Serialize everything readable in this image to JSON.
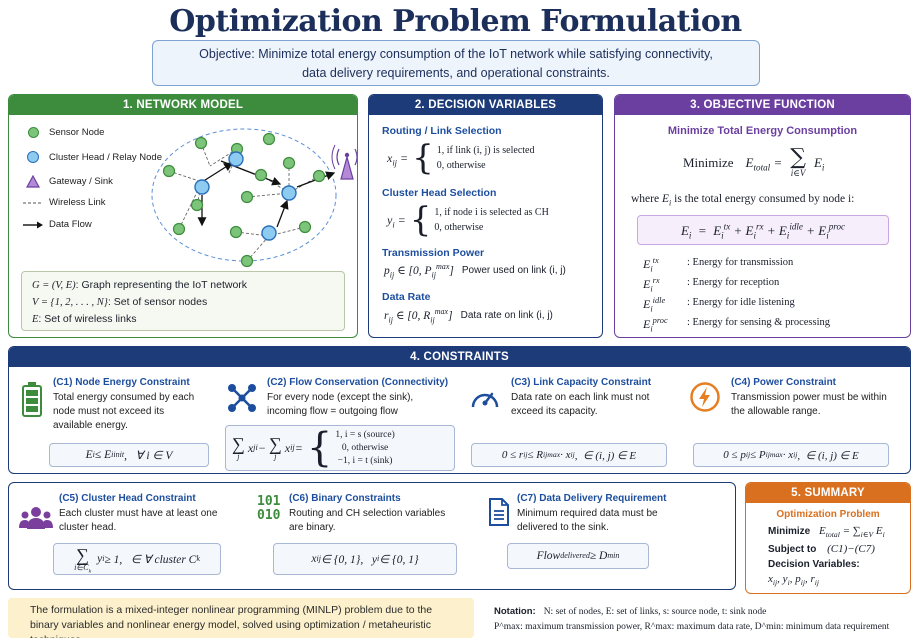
{
  "title": "Optimization Problem Formulation",
  "objective": {
    "line1": "Objective: Minimize total energy consumption of the IoT network while satisfying connectivity,",
    "line2": "data delivery requirements, and operational constraints."
  },
  "network_model": {
    "header": "1. NETWORK MODEL",
    "legend": [
      {
        "icon": "sensor-node-icon",
        "label": "Sensor Node"
      },
      {
        "icon": "cluster-head-icon",
        "label": "Cluster Head / Relay Node"
      },
      {
        "icon": "gateway-icon",
        "label": "Gateway / Sink"
      },
      {
        "icon": "wireless-link-icon",
        "label": "Wireless Link"
      },
      {
        "icon": "data-flow-icon",
        "label": "Data Flow"
      }
    ],
    "definitions": [
      {
        "sym": "G = (V, E)",
        "text": ": Graph representing the IoT network"
      },
      {
        "sym": "V = {1, 2, . . . , N}",
        "text": ": Set of sensor nodes"
      },
      {
        "sym": "E",
        "text": ": Set of wireless links"
      }
    ]
  },
  "decision_variables": {
    "header": "2. DECISION VARIABLES",
    "routing_title": "Routing / Link Selection",
    "routing_case1": "1,   if link (i, j) is selected",
    "routing_case2": "0,   otherwise",
    "ch_title": "Cluster Head Selection",
    "ch_case1": "1,   if node i is selected as CH",
    "ch_case2": "0,   otherwise",
    "power_title": "Transmission Power",
    "power_desc": "Power used on link (i, j)",
    "rate_title": "Data Rate",
    "rate_desc": "Data rate on link (i, j)"
  },
  "objective_function": {
    "header": "3. OBJECTIVE FUNCTION",
    "subtitle": "Minimize Total Energy Consumption",
    "minimize_word": "Minimize",
    "where_text": "is the total energy consumed by node i:",
    "where_prefix": "where",
    "terms": [
      {
        "sym": "tx",
        "desc": ": Energy for transmission"
      },
      {
        "sym": "rx",
        "desc": ": Energy for reception"
      },
      {
        "sym": "idle",
        "desc": ": Energy for idle listening"
      },
      {
        "sym": "proc",
        "desc": ": Energy for sensing & processing"
      }
    ]
  },
  "constraints": {
    "header": "4. CONSTRAINTS",
    "c1": {
      "title": "(C1) Node Energy Constraint",
      "desc": [
        "Total energy consumed by each",
        "node must not exceed its",
        "available energy."
      ]
    },
    "c2": {
      "title": "(C2) Flow Conservation (Connectivity)",
      "desc": [
        "For every node (except the sink),",
        "incoming flow = outgoing flow"
      ],
      "case1": "1,     i = s (source)",
      "case2": "0,     otherwise",
      "case3": "−1,   i = t (sink)"
    },
    "c3": {
      "title": "(C3) Link Capacity Constraint",
      "desc": [
        "Data rate on each link must not",
        "exceed its capacity."
      ]
    },
    "c4": {
      "title": "(C4) Power Constraint",
      "desc": [
        "Transmission power must be within",
        "the allowable range."
      ]
    },
    "c5": {
      "title": "(C5) Cluster Head Constraint",
      "desc": [
        "Each cluster must have at least one",
        "cluster head."
      ]
    },
    "c6": {
      "title": "(C6) Binary Constraints",
      "desc": [
        "Routing and CH selection variables",
        "are binary."
      ],
      "icon_text_1": "101",
      "icon_text_2": "010"
    },
    "c7": {
      "title": "(C7) Data Delivery Requirement",
      "desc": [
        "Minimum required data must be",
        "delivered to the sink."
      ]
    }
  },
  "summary": {
    "header": "5. SUMMARY",
    "subtitle": "Optimization Problem",
    "minimize": "Minimize",
    "subject_to": "Subject to",
    "range": "(C1)−(C7)",
    "dv_label": "Decision Variables:"
  },
  "footer": {
    "left_line1": "The formulation is a mixed-integer nonlinear programming (MINLP) problem due to the",
    "left_line2": "binary variables and nonlinear energy model, solved using optimization / metaheuristic techniques.",
    "notation_label": "Notation:",
    "notation_line1": "N: set of nodes,  E: set of links,  s: source node,  t: sink node",
    "notation_line2": "P^max: maximum transmission power,  R^max: maximum data rate,  D^min: minimum data requirement"
  },
  "colors": {
    "green": "#3d8c3d",
    "navy": "#1d3b78",
    "purple": "#6b3fa0",
    "orange": "#d9701f",
    "blue_text": "#1d4e9e"
  }
}
